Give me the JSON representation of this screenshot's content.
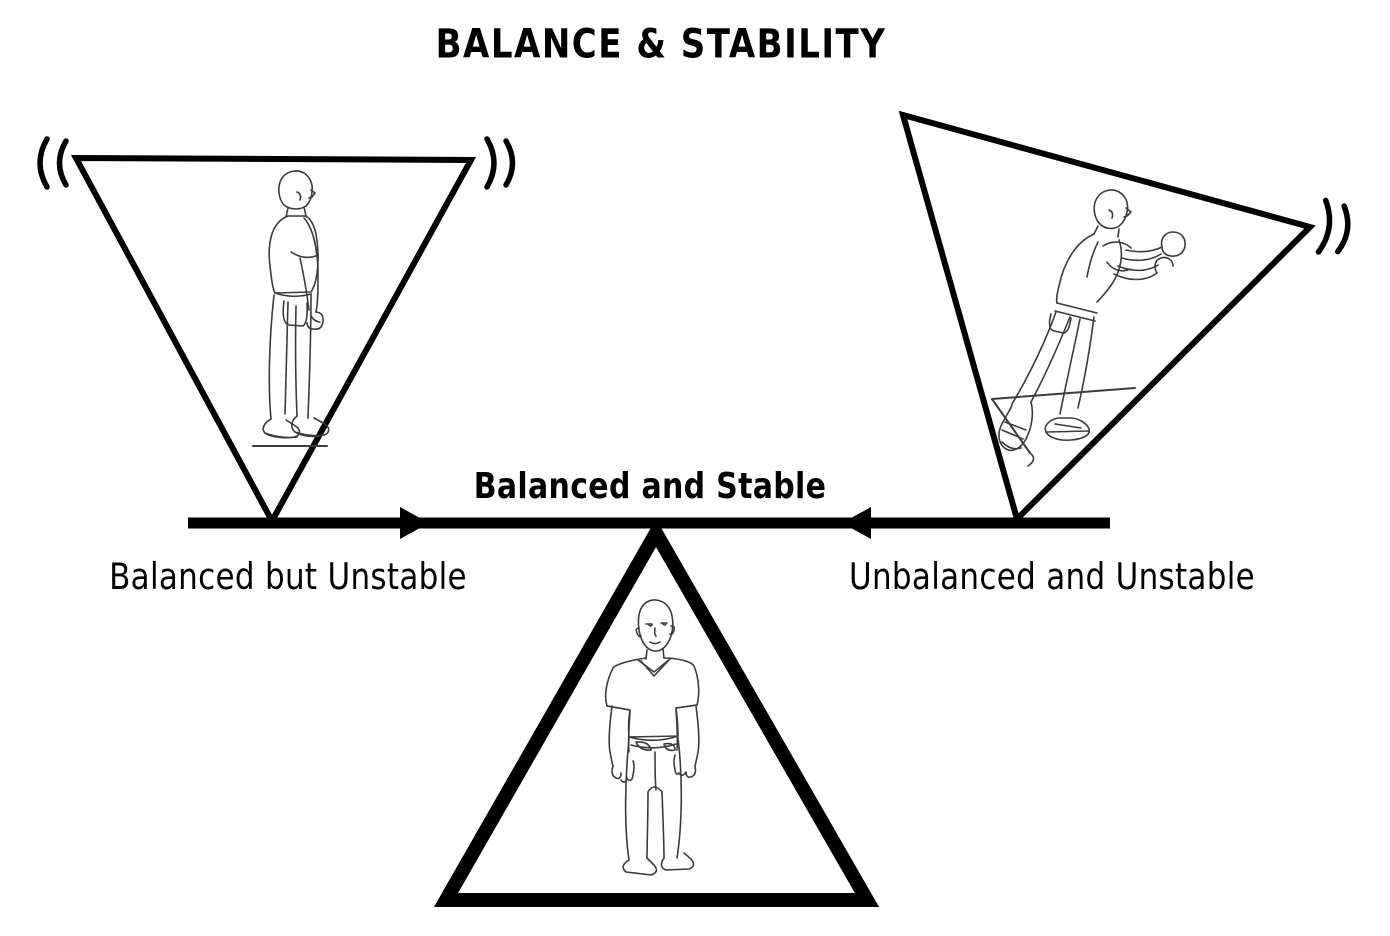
{
  "title": "BALANCE & STABILITY",
  "labels": {
    "center": "Balanced and Stable",
    "left": "Balanced but Unstable",
    "right": "Unbalanced and Unstable"
  },
  "icons": {
    "wobble_left_outer": "((",
    "wobble_left_inner": "))",
    "wobble_right": "))"
  },
  "colors": {
    "ink": "#000000",
    "background": "#ffffff",
    "sketch": "#3c3c3c"
  }
}
